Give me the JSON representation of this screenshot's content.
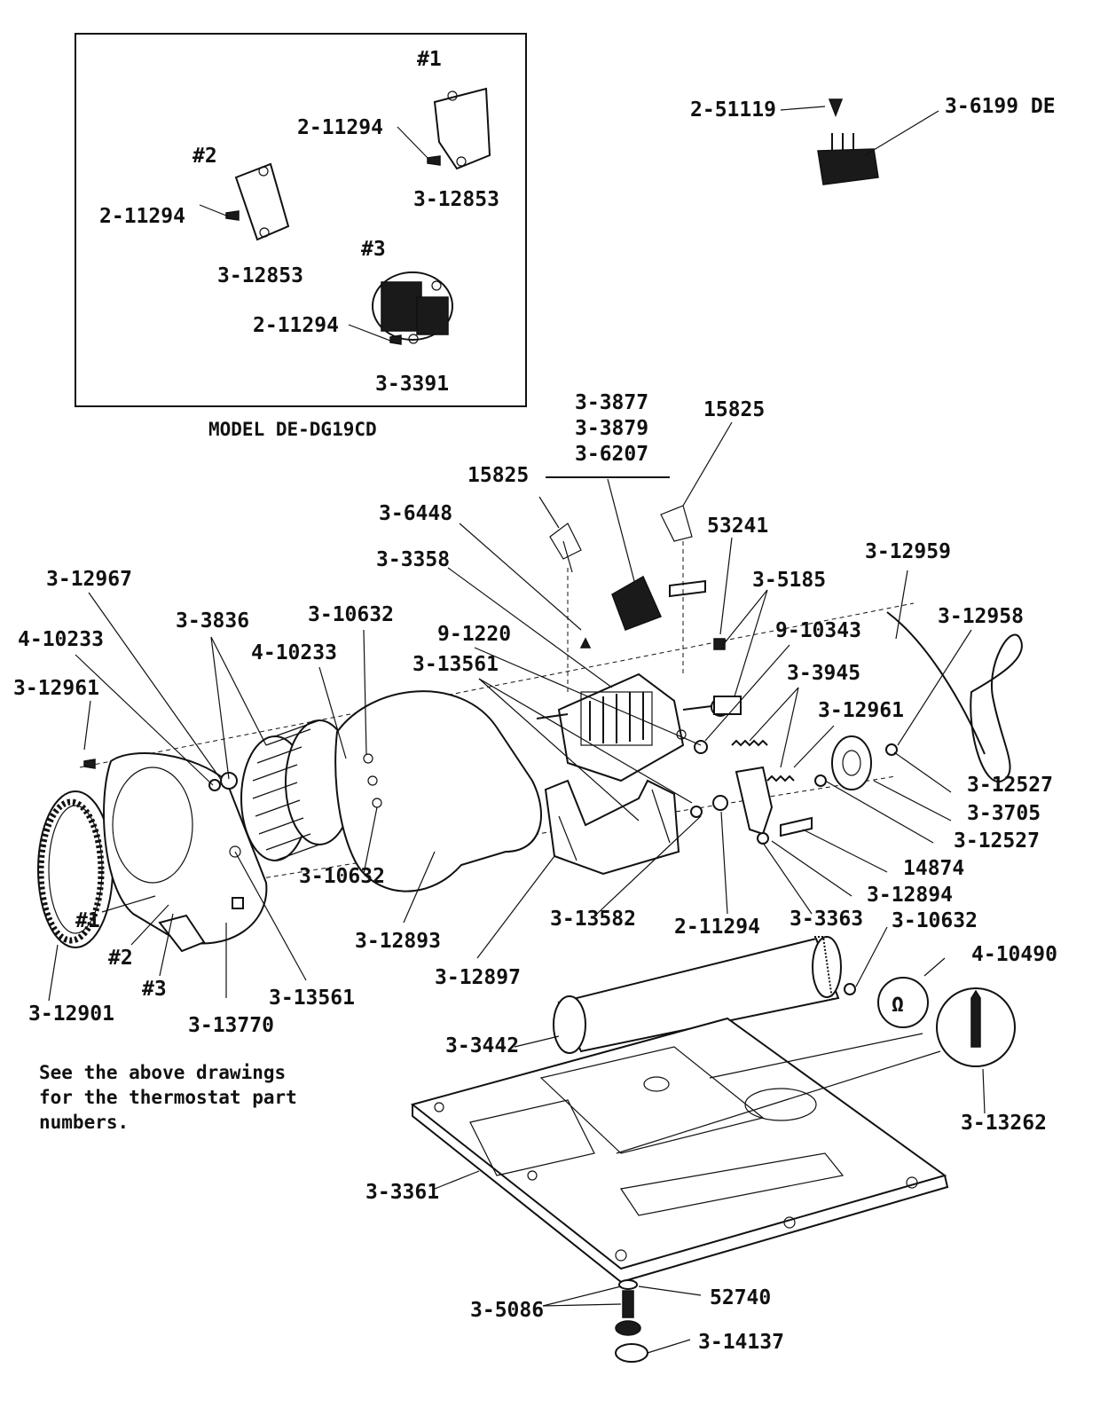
{
  "inset": {
    "model_caption": "MODEL DE-DG19CD",
    "marks": [
      "#1",
      "#2",
      "#3"
    ],
    "labels": [
      "2-11294",
      "2-11294",
      "2-11294",
      "3-12853",
      "3-12853",
      "3-3391"
    ]
  },
  "top_right_labels": [
    "2-51119",
    "3-6199 DE"
  ],
  "motor_group_labels": [
    "3-3877",
    "3-3879",
    "3-6207"
  ],
  "part_labels": [
    "15825",
    "15825",
    "3-6448",
    "3-3358",
    "53241",
    "3-5185",
    "3-12959",
    "3-12958",
    "9-10343",
    "3-3945",
    "3-12961",
    "3-12961",
    "3-12967",
    "3-3836",
    "4-10233",
    "4-10233",
    "3-10632",
    "9-1220",
    "3-13561",
    "3-12527",
    "3-3705",
    "3-12527",
    "14874",
    "3-12894",
    "3-3363",
    "2-11294",
    "3-13582",
    "3-10632",
    "3-12893",
    "3-12897",
    "3-13561",
    "3-12901",
    "3-13770",
    "3-10632",
    "4-10490",
    "3-3442",
    "3-13262",
    "3-3361",
    "3-5086",
    "52740",
    "3-14137"
  ],
  "detail_marks": [
    "#1",
    "#2",
    "#3"
  ],
  "note": "See the above drawings\nfor the thermostat part\nnumbers."
}
